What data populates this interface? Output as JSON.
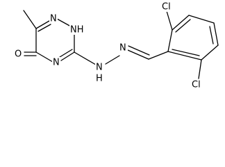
{
  "molecule": {
    "atoms": {
      "n_ring_top": "N",
      "nh_ring": "NH",
      "n_ring_bottom": "N",
      "oxygen": "O",
      "hydrazone_nh": "N",
      "hydrazone_h": "H",
      "hydrazone_n": "N",
      "cl_top": "Cl",
      "cl_bottom": "Cl"
    }
  }
}
